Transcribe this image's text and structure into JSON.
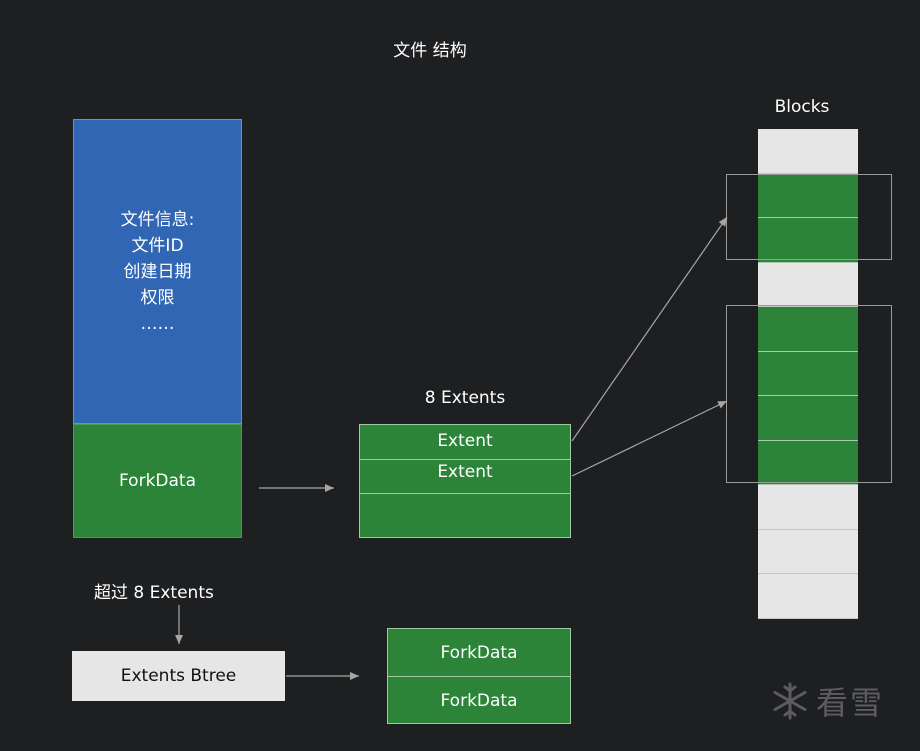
{
  "title": "文件 结构",
  "file_info": {
    "lines": [
      "文件信息:",
      "文件ID",
      "创建日期",
      "权限",
      "……"
    ]
  },
  "fork_data_main": "ForkData",
  "extents": {
    "label": "8 Extents",
    "rows": [
      "Extent",
      "Extent",
      ""
    ]
  },
  "blocks": {
    "label": "Blocks",
    "cells": [
      "empty",
      "used",
      "used",
      "empty",
      "used",
      "used",
      "used",
      "used",
      "empty",
      "empty",
      "empty"
    ]
  },
  "overflow_label": "超过 8 Extents",
  "extents_btree": "Extents Btree",
  "fork_stack": [
    "ForkData",
    "ForkData"
  ],
  "watermark": {
    "icon": "snowflake-icon",
    "text": "看雪"
  },
  "colors": {
    "background": "#1e1f21",
    "blue": "#3066b4",
    "green": "#2b8437",
    "light_gray": "#e6e6e6",
    "arrow": "#9a9a9a"
  }
}
